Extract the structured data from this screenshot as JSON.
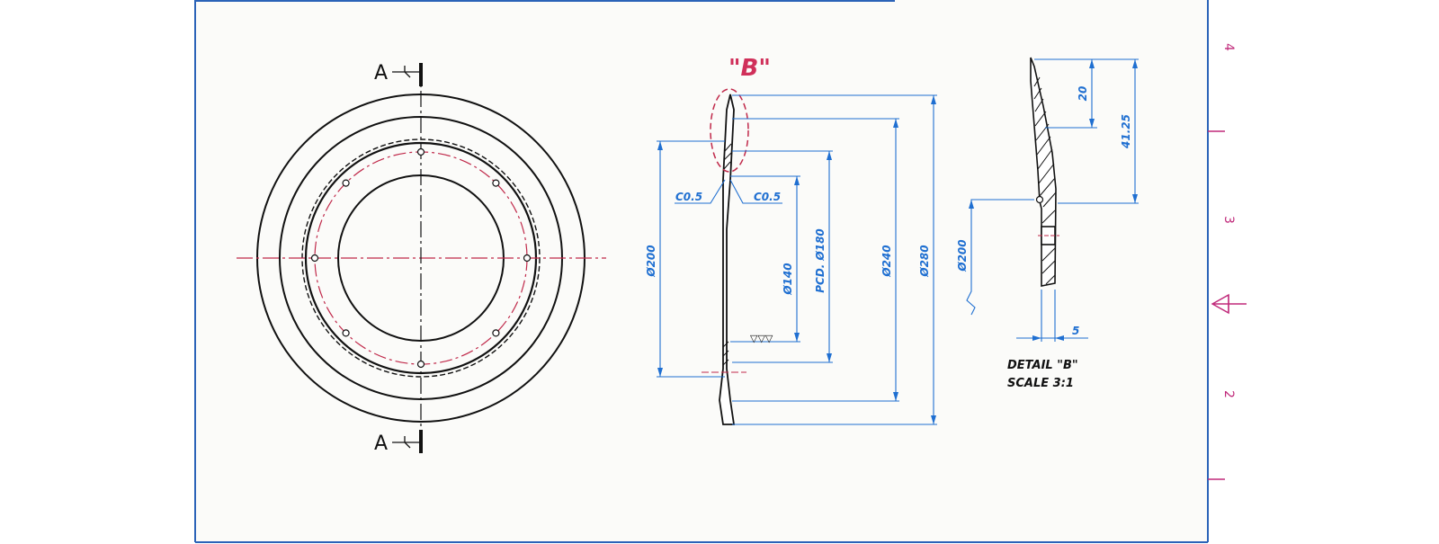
{
  "colors": {
    "paper": "#fbfbf9",
    "border": "#2b63b8",
    "outline": "#111111",
    "centerline": "#c0294a",
    "dimension": "#1f6fd1",
    "zone_mark": "#c0297a",
    "hatch": "#222222"
  },
  "section_marks": {
    "top": "A",
    "bottom": "A"
  },
  "detail": {
    "callout": "\"B\"",
    "title": "DETAIL \"B\"",
    "scale": "SCALE 3:1",
    "dim_20": "20",
    "dim_41_25": "41.25",
    "dim_dia200": "Ø200",
    "dim_5": "5"
  },
  "section_view": {
    "chamfer_left": "C0.5",
    "chamfer_right": "C0.5",
    "dia200": "Ø200",
    "dia140": "Ø140",
    "pcd180": "PCD. Ø180",
    "dia240": "Ø240",
    "dia280": "Ø280",
    "surface_finish": "▽▽▽"
  },
  "zone_numbers": [
    "4",
    "3",
    "2"
  ]
}
